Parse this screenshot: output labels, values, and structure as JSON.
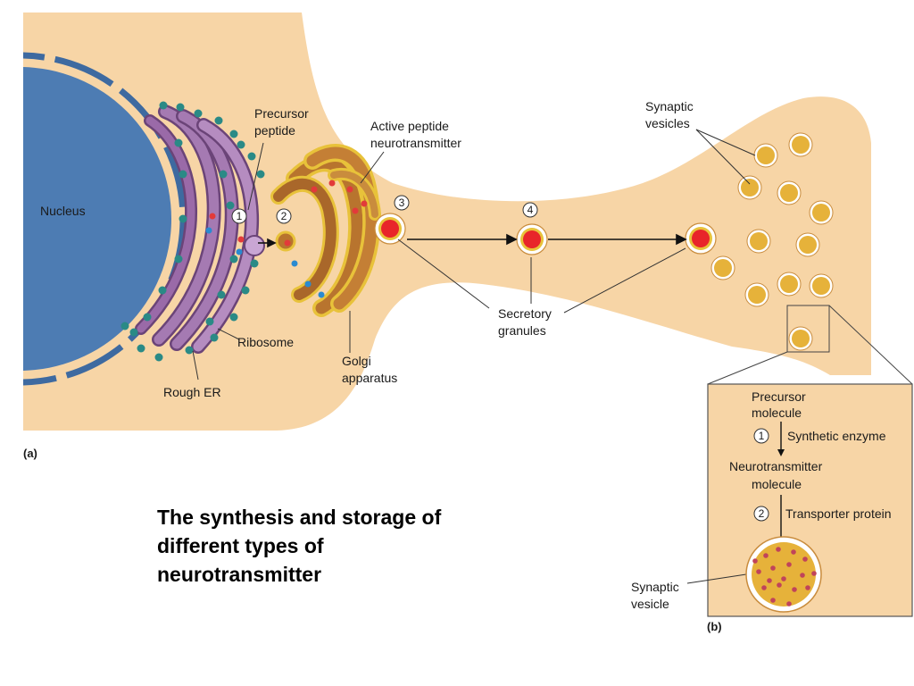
{
  "labels": {
    "nucleus": "Nucleus",
    "precursor_peptide": [
      "Precursor",
      "peptide"
    ],
    "active_peptide": [
      "Active peptide",
      "neurotransmitter"
    ],
    "synaptic_vesicles": [
      "Synaptic",
      "vesicles"
    ],
    "ribosome": "Ribosome",
    "rough_er": "Rough ER",
    "golgi": [
      "Golgi",
      "apparatus"
    ],
    "secretory_granules": [
      "Secretory",
      "granules"
    ],
    "panel_a": "(a)",
    "panel_b": "(b)"
  },
  "step_numbers": [
    "1",
    "2",
    "3",
    "4"
  ],
  "inset": {
    "precursor_molecule": [
      "Precursor",
      "molecule"
    ],
    "step1": "1",
    "synthetic_enzyme": "Synthetic enzyme",
    "neurotransmitter_molecule": [
      "Neurotransmitter",
      "molecule"
    ],
    "step2": "2",
    "transporter_protein": "Transporter protein",
    "synaptic_vesicle": [
      "Synaptic",
      "vesicle"
    ]
  },
  "caption": [
    "The synthesis and storage of",
    "different types of",
    "neurotransmitter"
  ],
  "colors": {
    "cytoplasm": "#f7d5a6",
    "nucleus": "#4d7cb3",
    "rough_er": "#9a6aa8",
    "ribosome": "#2a8a86",
    "golgi": "#b8742e",
    "golgi_rim": "#e8c23a",
    "granule_core": "#e8252a",
    "vesicle_fill": "#e6b23a",
    "peptide_red": "#e23a3a",
    "peptide_blue": "#2a8ad0"
  }
}
